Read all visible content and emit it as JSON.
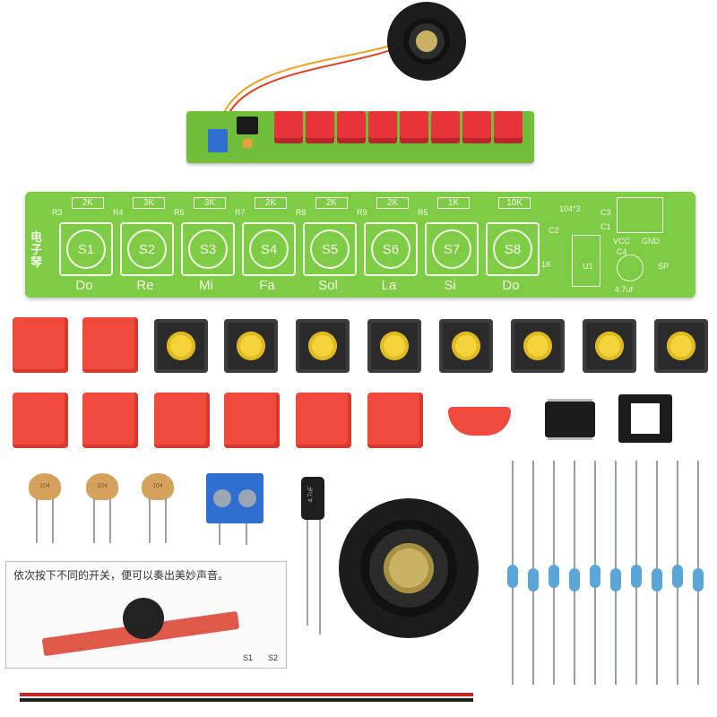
{
  "main_pcb": {
    "silkscreen_title": "电子琴",
    "switch_labels": [
      "S1",
      "S2",
      "S3",
      "S4",
      "S5",
      "S6",
      "S7",
      "S8"
    ],
    "note_labels": [
      "Do",
      "Re",
      "Mi",
      "Fa",
      "Sol",
      "La",
      "Si",
      "Do"
    ],
    "resistor_values": [
      "2K",
      "3K",
      "3K",
      "2K",
      "2K",
      "2K",
      "1K",
      "10K"
    ],
    "resistor_refs": [
      "R3",
      "R4",
      "R6",
      "R7",
      "R8",
      "R9",
      "R5"
    ],
    "right_labels": {
      "c3": "C3",
      "c1": "C1",
      "c2": "C2",
      "c4": "C4",
      "vcc": "VCC",
      "gnd": "GND",
      "cap_value": "4.7uf",
      "sp": "SP",
      "u1": "U1",
      "r_1k": "1K",
      "code": "104*3"
    }
  },
  "instruction_sheet": {
    "text": "依次按下不同的开关，便可以奏出美妙声音。",
    "labels": [
      "S1",
      "S2"
    ]
  },
  "parts": {
    "red_caps_count": 8,
    "tactile_switch_count": 8,
    "ceramic_cap_label": "104",
    "electrolytic_label": "4.7uF",
    "resistor_count": 10
  },
  "colors": {
    "pcb_green": "#7ecb45",
    "keycap_red": "#ef4a3c",
    "switch_yellow": "#f3d33a",
    "terminal_blue": "#2f6fd0",
    "resistor_blue": "#5aa6d8"
  }
}
